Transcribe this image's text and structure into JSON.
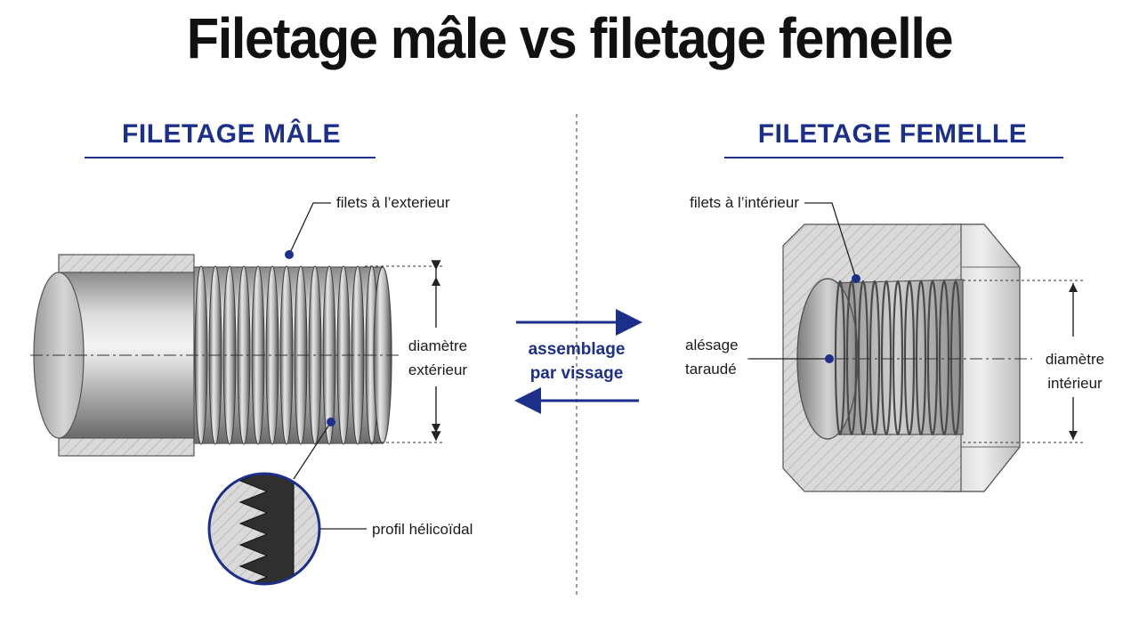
{
  "title": "Filetage mâle vs filetage femelle",
  "male": {
    "heading": "FILETAGE MÂLE",
    "threads_label": "filets à l’exterieur",
    "diameter_label": [
      "diamètre",
      "extérieur"
    ],
    "profile_label": "profil hélicoïdal"
  },
  "female": {
    "heading": "FILETAGE FEMELLE",
    "threads_label": "filets à l’intérieur",
    "bore_label": [
      "alésage",
      "taraudé"
    ],
    "diameter_label": [
      "diamètre",
      "intérieur"
    ]
  },
  "assembly": {
    "label": [
      "assemblage",
      "par vissage"
    ]
  },
  "colors": {
    "accent": "#1c2f8a",
    "metal_dark": "#6e6e6e",
    "metal_light": "#e4e4e4"
  }
}
